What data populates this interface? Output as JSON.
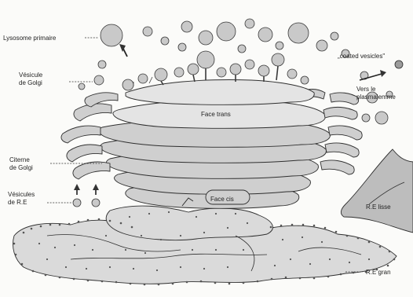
{
  "labels": {
    "lysosome": "Lysosome primaire",
    "vesicule_golgi_1": "Vésicule",
    "vesicule_golgi_2": "de Golgi",
    "coated": "„coated vesicles\"",
    "vers_1": "Vers le",
    "vers_2": "plasmalemme",
    "face_trans": "Face trans",
    "citerne_1": "Citerne",
    "citerne_2": "de Golgi",
    "vesicules_re_1": "Vésicules",
    "vesicules_re_2": "de R.E",
    "face_cis": "Face cis",
    "re_lisse": "R.E lisse",
    "re_gran": "R.E gran"
  },
  "colors": {
    "membrane": "#cfcfcf",
    "outline": "#2f2f2f",
    "vesicle_dark": "#9c9c9c"
  }
}
